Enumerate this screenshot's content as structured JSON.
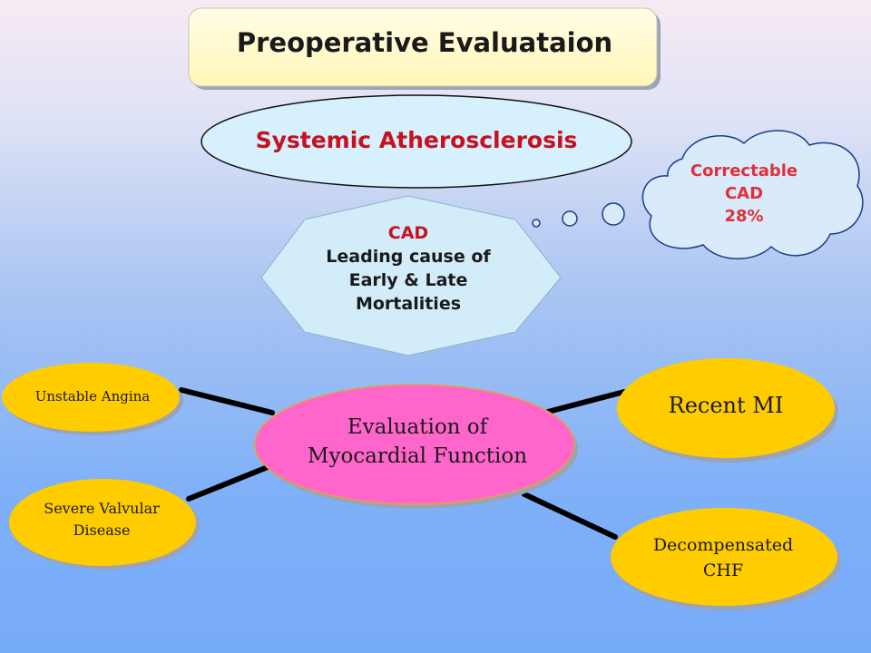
{
  "title": "Preoperative Evaluataion",
  "systemic": "Systemic Atherosclerosis",
  "cad_star": [
    "CAD",
    "Leading cause of",
    "Early & Late",
    "Mortalities"
  ],
  "cloud": [
    "Correctable",
    "CAD",
    "28%"
  ],
  "center": [
    "Evaluation of",
    "Myocardial Function"
  ],
  "nodes": {
    "unstable_angina": "Unstable Angina",
    "severe_valvular": [
      "Severe Valvular",
      "Disease"
    ],
    "recent_mi": "Recent MI",
    "decompensated_chf": [
      "Decompensated",
      "CHF"
    ]
  },
  "colors": {
    "accent_red": "#c8101f",
    "cloud_text": "#e0303a",
    "yellow_node": "#ffcc00",
    "center_node": "#ff66cc",
    "systemic_fill": "#d6f0fd",
    "title_fill": "#fffac8"
  }
}
